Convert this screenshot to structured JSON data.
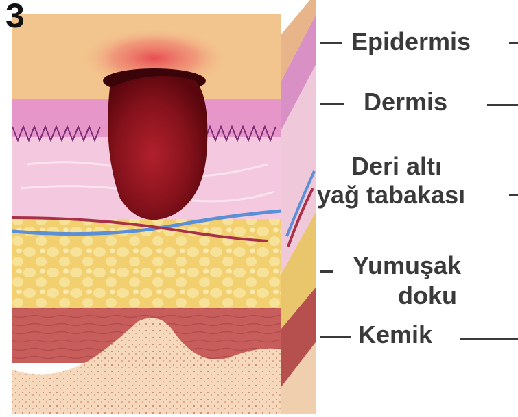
{
  "stage_number": "3",
  "labels": {
    "epidermis": "Epidermis",
    "dermis": "Dermis",
    "subcutaneous_line1": "Deri altı",
    "subcutaneous_line2": "yağ tabakası",
    "soft_tissue_line1": "Yumuşak",
    "soft_tissue_line2": "doku",
    "bone": "Kemik"
  },
  "colors": {
    "epidermis": "#f3c58e",
    "dermis": "#e796c9",
    "subcutaneous": "#f4c9df",
    "fat": "#f2d070",
    "muscle": "#c85e5c",
    "bone": "#f6d9bc",
    "wound": "#7a0a12",
    "inflammation": "#e8474f",
    "vessel_blue": "#5b8fd6",
    "vessel_red": "#a8314a"
  }
}
